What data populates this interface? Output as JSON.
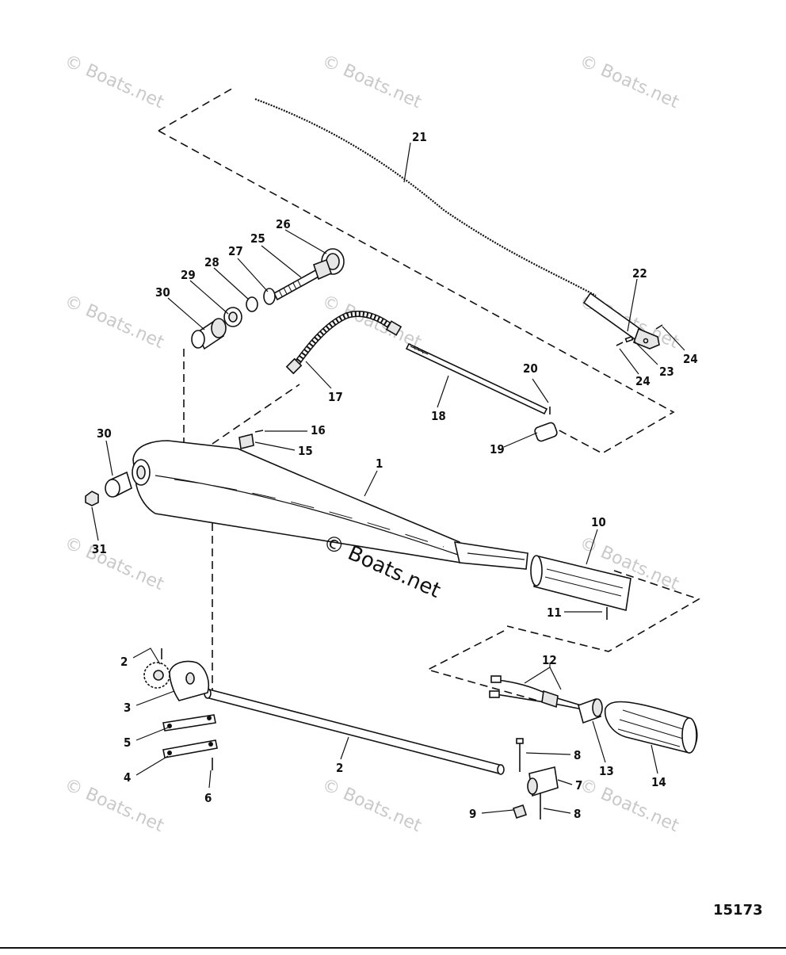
{
  "drawing_number": "15173",
  "watermark_text": "© Boats.net",
  "watermark_center_text": "© Boats.net",
  "callouts": {
    "c1": "1",
    "c2a": "2",
    "c2b": "2",
    "c3": "3",
    "c4": "4",
    "c5": "5",
    "c6": "6",
    "c7": "7",
    "c8a": "8",
    "c8b": "8",
    "c9": "9",
    "c10": "10",
    "c11": "11",
    "c12": "12",
    "c13": "13",
    "c14": "14",
    "c15": "15",
    "c16": "16",
    "c17": "17",
    "c18": "18",
    "c19": "19",
    "c20": "20",
    "c21": "21",
    "c22": "22",
    "c23": "23",
    "c24a": "24",
    "c24b": "24",
    "c25": "25",
    "c26": "26",
    "c27": "27",
    "c28": "28",
    "c29": "29",
    "c30a": "30",
    "c30b": "30",
    "c31": "31"
  }
}
